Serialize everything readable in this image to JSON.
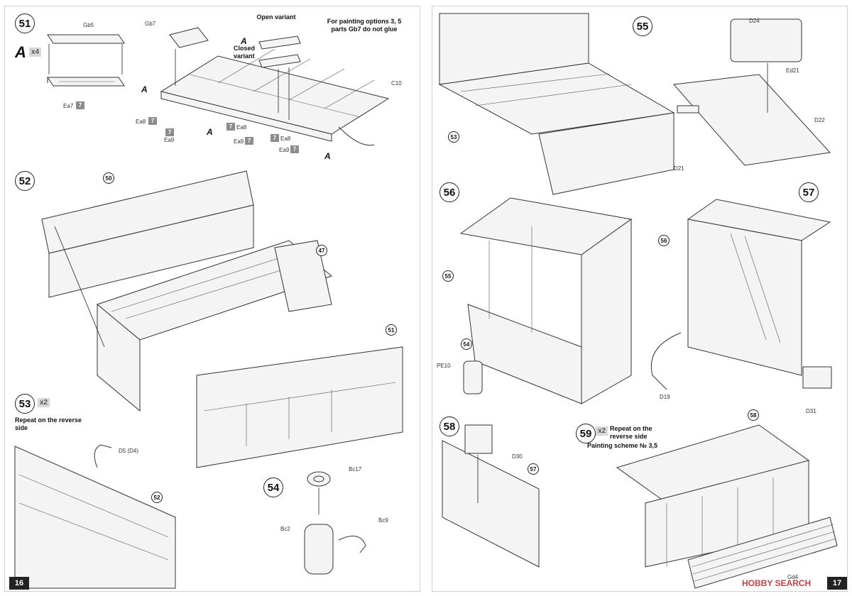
{
  "pages": {
    "left_number": "16",
    "right_number": "17"
  },
  "steps": {
    "s51": "51",
    "s52": "52",
    "s53": "53",
    "s54": "54",
    "s55": "55",
    "s56": "56",
    "s57": "57",
    "s58": "58",
    "s59": "59"
  },
  "step51": {
    "assembly_letter": "A",
    "multiplier": "x4",
    "note": "For painting options 3, 5 parts Gb7 do not glue",
    "open_variant": "Open variant",
    "closed_variant": "Closed variant",
    "parts": [
      "Gb5",
      "Gb7",
      "C10",
      "Ea7",
      "Ea8",
      "Ea9"
    ],
    "paint_code": "7"
  },
  "step52": {
    "callouts": [
      "50",
      "47",
      "51"
    ]
  },
  "step53": {
    "multiplier": "x2",
    "note": "Repeat on the reverse side",
    "callout": "52",
    "part": "D5 (D4)"
  },
  "step54": {
    "parts": [
      "Bc17",
      "Bc9",
      "Bc2"
    ]
  },
  "step55": {
    "callout": "53",
    "parts": [
      "D24",
      "Ed21",
      "D22",
      "D21"
    ]
  },
  "step56": {
    "callouts": [
      "55",
      "54"
    ],
    "part": "PE10"
  },
  "step57": {
    "callout": "56",
    "parts": [
      "D19",
      "D31"
    ]
  },
  "step58": {
    "callout": "57",
    "part": "D30"
  },
  "step59": {
    "multiplier": "x2",
    "note": "Repeat on the reverse side",
    "painting": "Painting scheme № 3,5",
    "callout": "58",
    "part": "Gd4"
  },
  "watermark": "HOBBY SEARCH"
}
